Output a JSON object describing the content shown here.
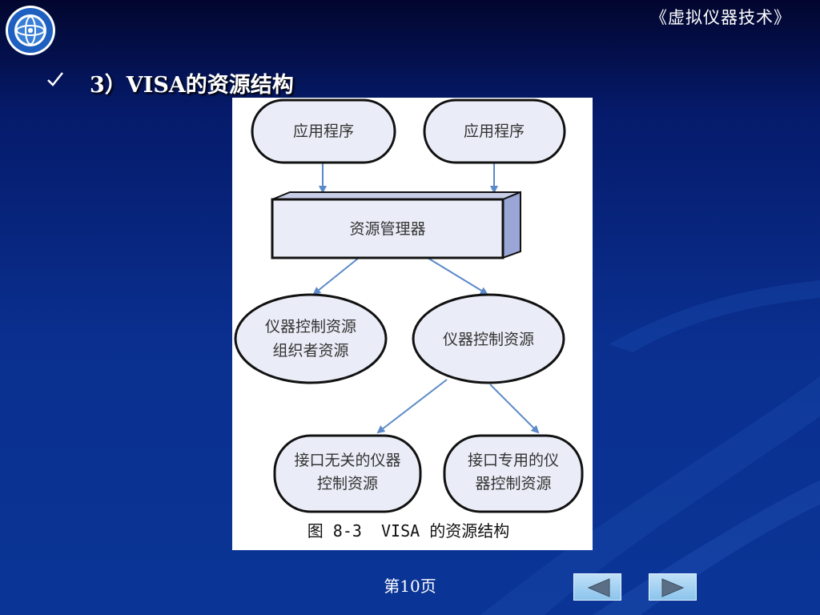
{
  "header": {
    "course_title": "《虚拟仪器技术》",
    "logo_icon": "university-seal-icon"
  },
  "slide": {
    "bullet_icon": "checkmark-icon",
    "heading": "3）VISA的资源结构"
  },
  "diagram": {
    "nodes": {
      "app_1": "应用程序",
      "app_2": "应用程序",
      "resource_manager": "资源管理器",
      "organizer_line1": "仪器控制资源",
      "organizer_line2": "组织者资源",
      "control_resource": "仪器控制资源",
      "independent_line1": "接口无关的仪器",
      "independent_line2": "控制资源",
      "specific_line1": "接口专用的仪",
      "specific_line2": "器控制资源"
    },
    "caption": "图 8-3  VISA 的资源结构",
    "colors": {
      "node_fill": "#eaedf7",
      "node_stroke": "#111111",
      "arrow": "#5b8ac8",
      "box_side": "#9aa6d6"
    }
  },
  "footer": {
    "page_label": "第10页",
    "prev_icon": "left-triangle-icon",
    "next_icon": "right-triangle-icon"
  }
}
